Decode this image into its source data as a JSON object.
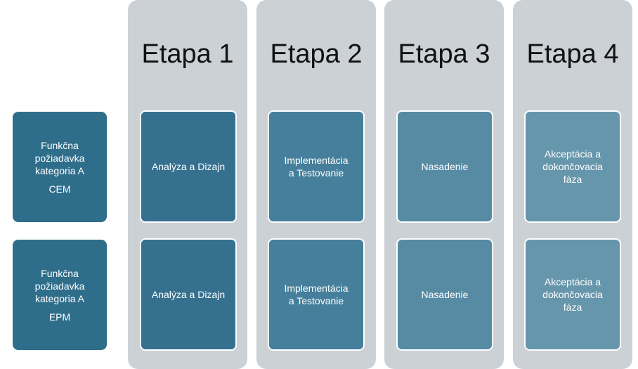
{
  "stages": [
    {
      "title": "Etapa 1"
    },
    {
      "title": "Etapa 2"
    },
    {
      "title": "Etapa 3"
    },
    {
      "title": "Etapa 4"
    }
  ],
  "rows": [
    {
      "label": "Funkčna\npožiadavka\nkategoria A",
      "code": "CEM",
      "cells": [
        "Analýza a Dizajn",
        "Implementácia\na Testovanie",
        "Nasadenie",
        "Akceptácia a\ndokončovacia\nfáza"
      ]
    },
    {
      "label": "Funkčna\npožiadavka\nkategoria A",
      "code": "EPM",
      "cells": [
        "Analýza a Dizajn",
        "Implementácia\na Testovanie",
        "Nasadenie",
        "Akceptácia a\ndokončovacia\nfáza"
      ]
    }
  ],
  "colors": {
    "column_bg": "#ccd1d6",
    "row_label": "#2f6e8b",
    "stage_cells": [
      "#35708f",
      "#457f9b",
      "#568ba3",
      "#6696ab"
    ]
  }
}
